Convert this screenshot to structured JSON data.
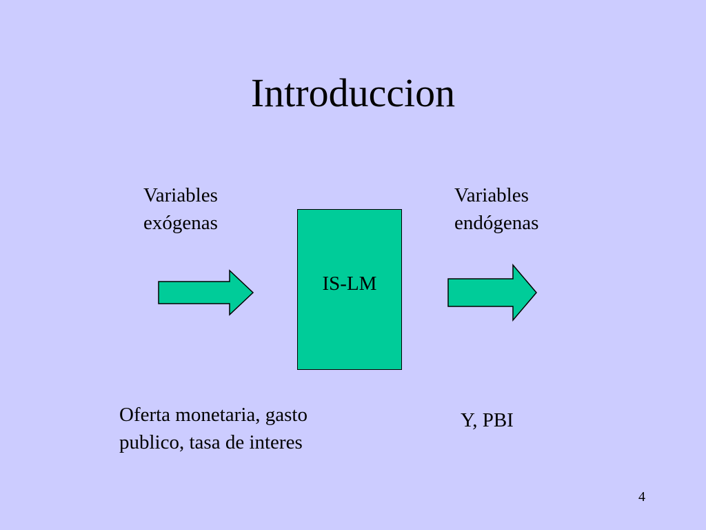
{
  "slide": {
    "title": "Introduccion",
    "background_color": "#CCCCFF",
    "accent_color": "#00CC99",
    "inputs_heading": [
      "Variables",
      "exógenas"
    ],
    "outputs_heading": [
      "Variables",
      "endógenas"
    ],
    "model_label": "IS-LM",
    "inputs_examples": [
      "Oferta monetaria, gasto",
      "publico, tasa de interes"
    ],
    "outputs_examples": "Y, PBI",
    "page_number": "4"
  }
}
